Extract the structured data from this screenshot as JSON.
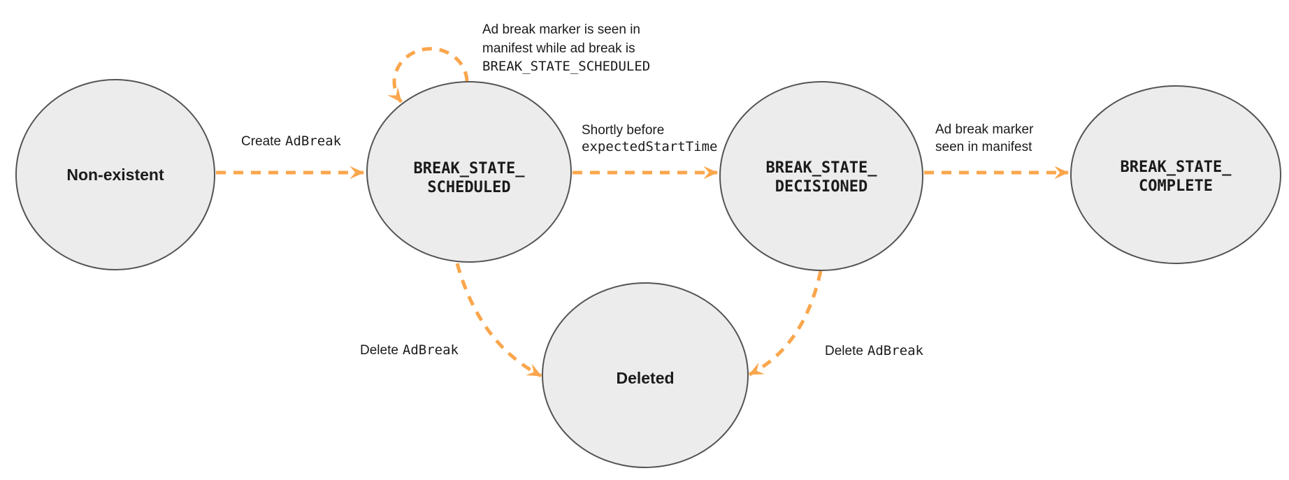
{
  "colors": {
    "node_fill": "#ECECEC",
    "node_border": "#545454",
    "arrow": "#FAA64C",
    "text": "#1B1B1B",
    "background": "#FFFFFF"
  },
  "nodes": {
    "non_existent": {
      "label": "Non-existent"
    },
    "scheduled": {
      "line1": "BREAK_STATE_",
      "line2": "SCHEDULED"
    },
    "decisioned": {
      "line1": "BREAK_STATE_",
      "line2": "DECISIONED"
    },
    "complete": {
      "line1": "BREAK_STATE_",
      "line2": "COMPLETE"
    },
    "deleted": {
      "label": "Deleted"
    }
  },
  "edges": {
    "create_adbreak": {
      "plain": "Create",
      "code": "AdBreak"
    },
    "self_loop": {
      "line1": "Ad break marker is seen in",
      "line2": "manifest while ad break is",
      "line3": "BREAK_STATE_SCHEDULED"
    },
    "shortly_before": {
      "plain": "Shortly before",
      "code": "expectedStartTime"
    },
    "marker_seen": {
      "line1": "Ad break marker",
      "line2": "seen in manifest"
    },
    "delete_adbreak_left": {
      "plain": "Delete",
      "code": "AdBreak"
    },
    "delete_adbreak_right": {
      "plain": "Delete",
      "code": "AdBreak"
    }
  }
}
